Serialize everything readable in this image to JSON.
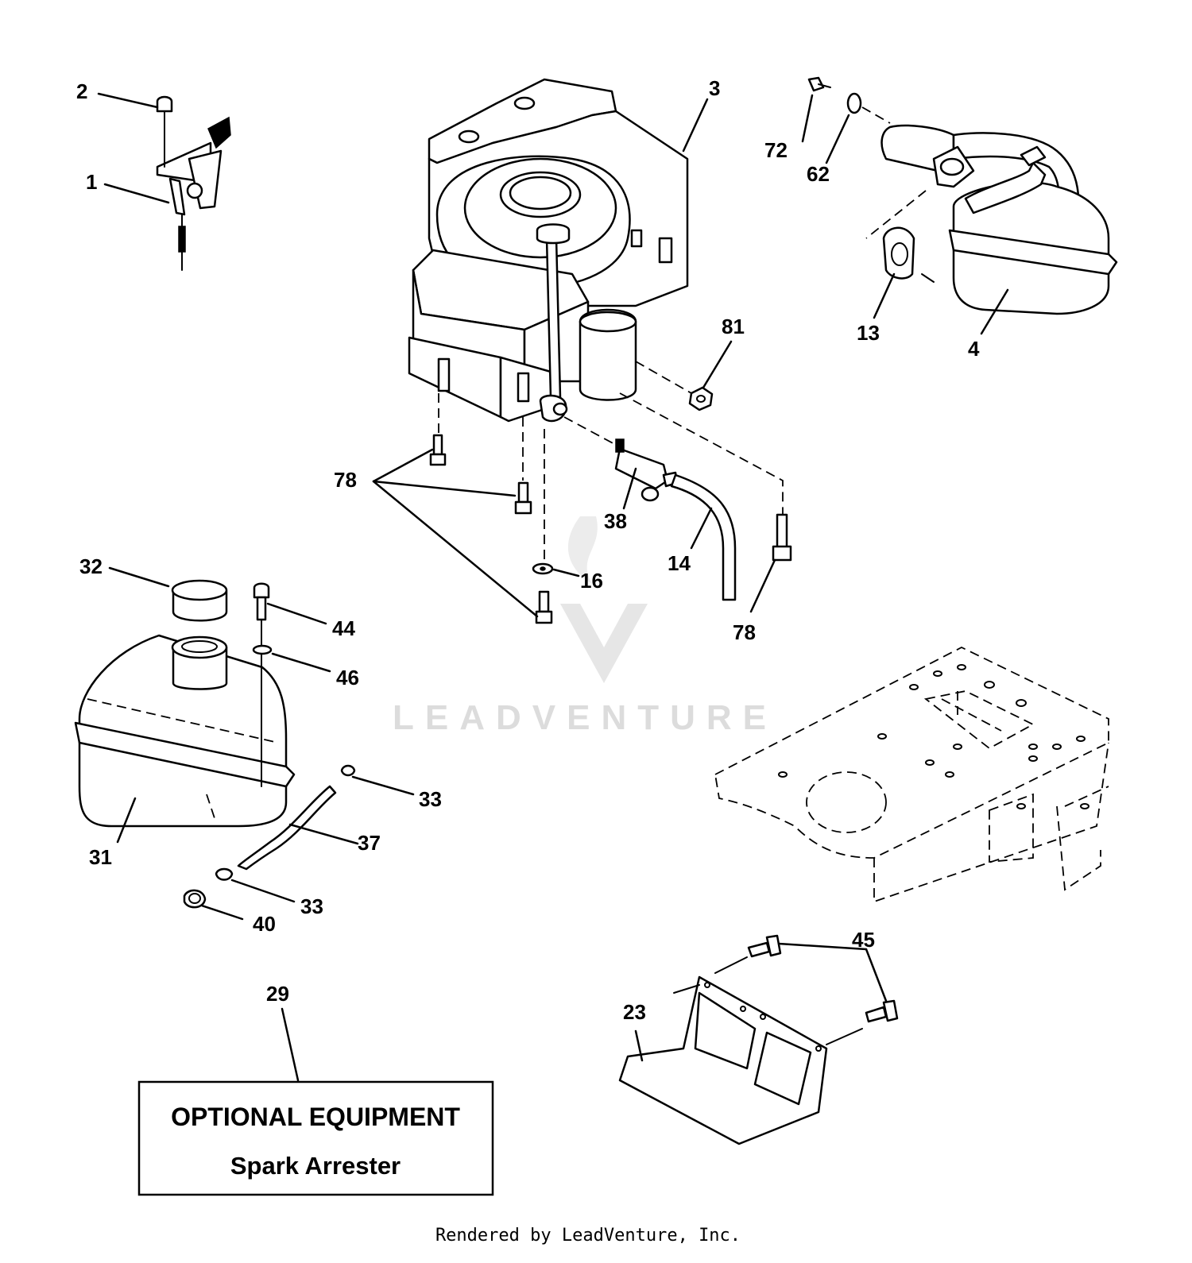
{
  "watermark": "LEADVENTURE",
  "footer": "Rendered by LeadVenture, Inc.",
  "notice_box": {
    "title": "OPTIONAL EQUIPMENT",
    "subtitle": "Spark Arrester"
  },
  "callouts": {
    "c1": "1",
    "c2": "2",
    "c3": "3",
    "c4": "4",
    "c13": "13",
    "c14": "14",
    "c16": "16",
    "c23": "23",
    "c29": "29",
    "c31": "31",
    "c32": "32",
    "c33a": "33",
    "c33b": "33",
    "c37": "37",
    "c38": "38",
    "c40": "40",
    "c44": "44",
    "c45": "45",
    "c46": "46",
    "c62": "62",
    "c72": "72",
    "c78a": "78",
    "c78b": "78",
    "c81": "81"
  }
}
